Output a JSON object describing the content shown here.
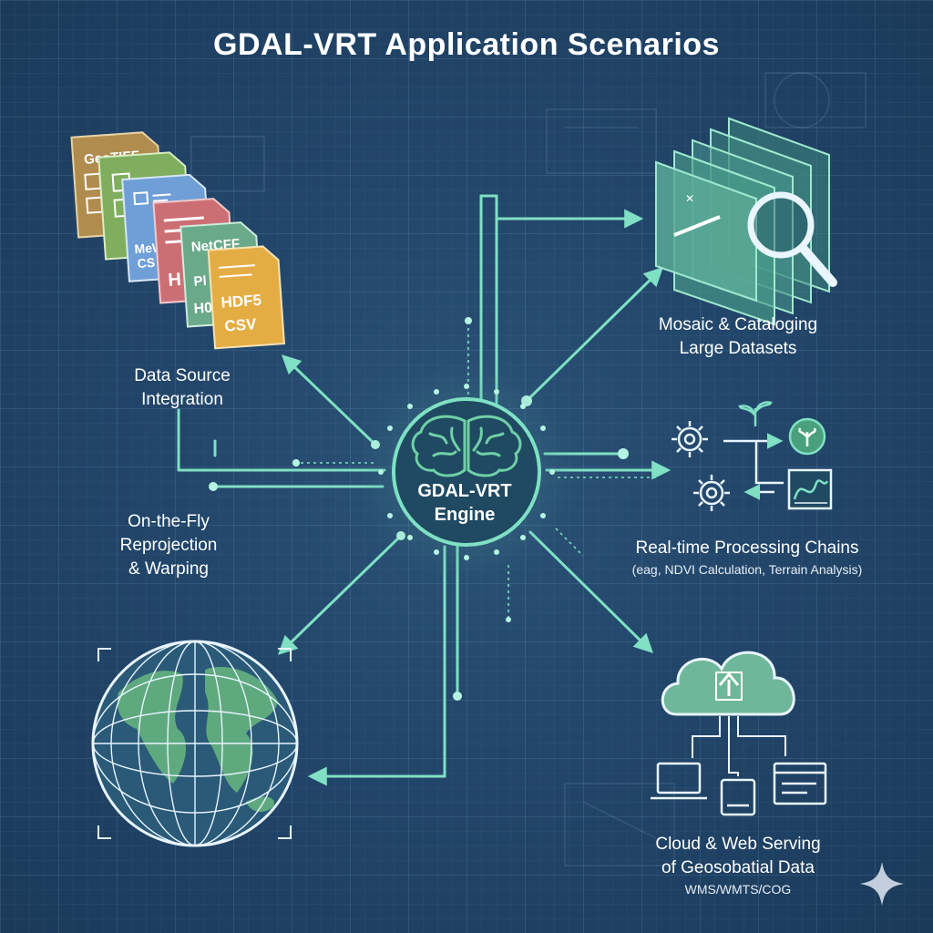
{
  "title": "GDAL-VRT Application Scenarios",
  "center": {
    "line1": "GDAL-VRT",
    "line2": "Engine"
  },
  "scenarios": {
    "data_source": {
      "line1": "Data Source",
      "line2": "Integration"
    },
    "mosaic": {
      "line1": "Mosaic & Cataloging",
      "line2": "Large Datasets"
    },
    "reprojection": {
      "line1": "On-the-Fly",
      "line2": "Reprojection",
      "line3": "& Warping"
    },
    "processing": {
      "line1": "Real-time Processing Chains",
      "sub": "(eag, NDVI Calculation, Terrain Analysis)"
    },
    "cloud": {
      "line1": "Cloud & Web Serving",
      "line2": "of Geosobatial Data",
      "sub": "WMS/WMTS/COG"
    }
  },
  "file_labels": {
    "f1": "GeoTIFF",
    "f3": "MeW",
    "f3b": "CS",
    "f4": "H",
    "f5a": "NetCFF",
    "f5b": "Pl",
    "f5c": "H0",
    "f6a": "HDF5",
    "f6b": "CSV"
  },
  "colors": {
    "accent": "#7fe0c4",
    "background": "#22466a",
    "globe_land": "#5fa97e",
    "cloud": "#6fb79a",
    "file_brown": "#b08c4f",
    "file_green": "#7fae5e",
    "file_blue": "#6f9fd6",
    "file_red": "#cc6f75",
    "file_teal": "#6aa98a",
    "file_yellow": "#e4ad44"
  },
  "icons": [
    "brain-icon",
    "magnifier-icon",
    "gear-icon",
    "leaf-icon",
    "cloud-upload-icon",
    "globe-icon",
    "laptop-icon",
    "tablet-icon",
    "browser-window-icon",
    "sparkle-icon"
  ]
}
